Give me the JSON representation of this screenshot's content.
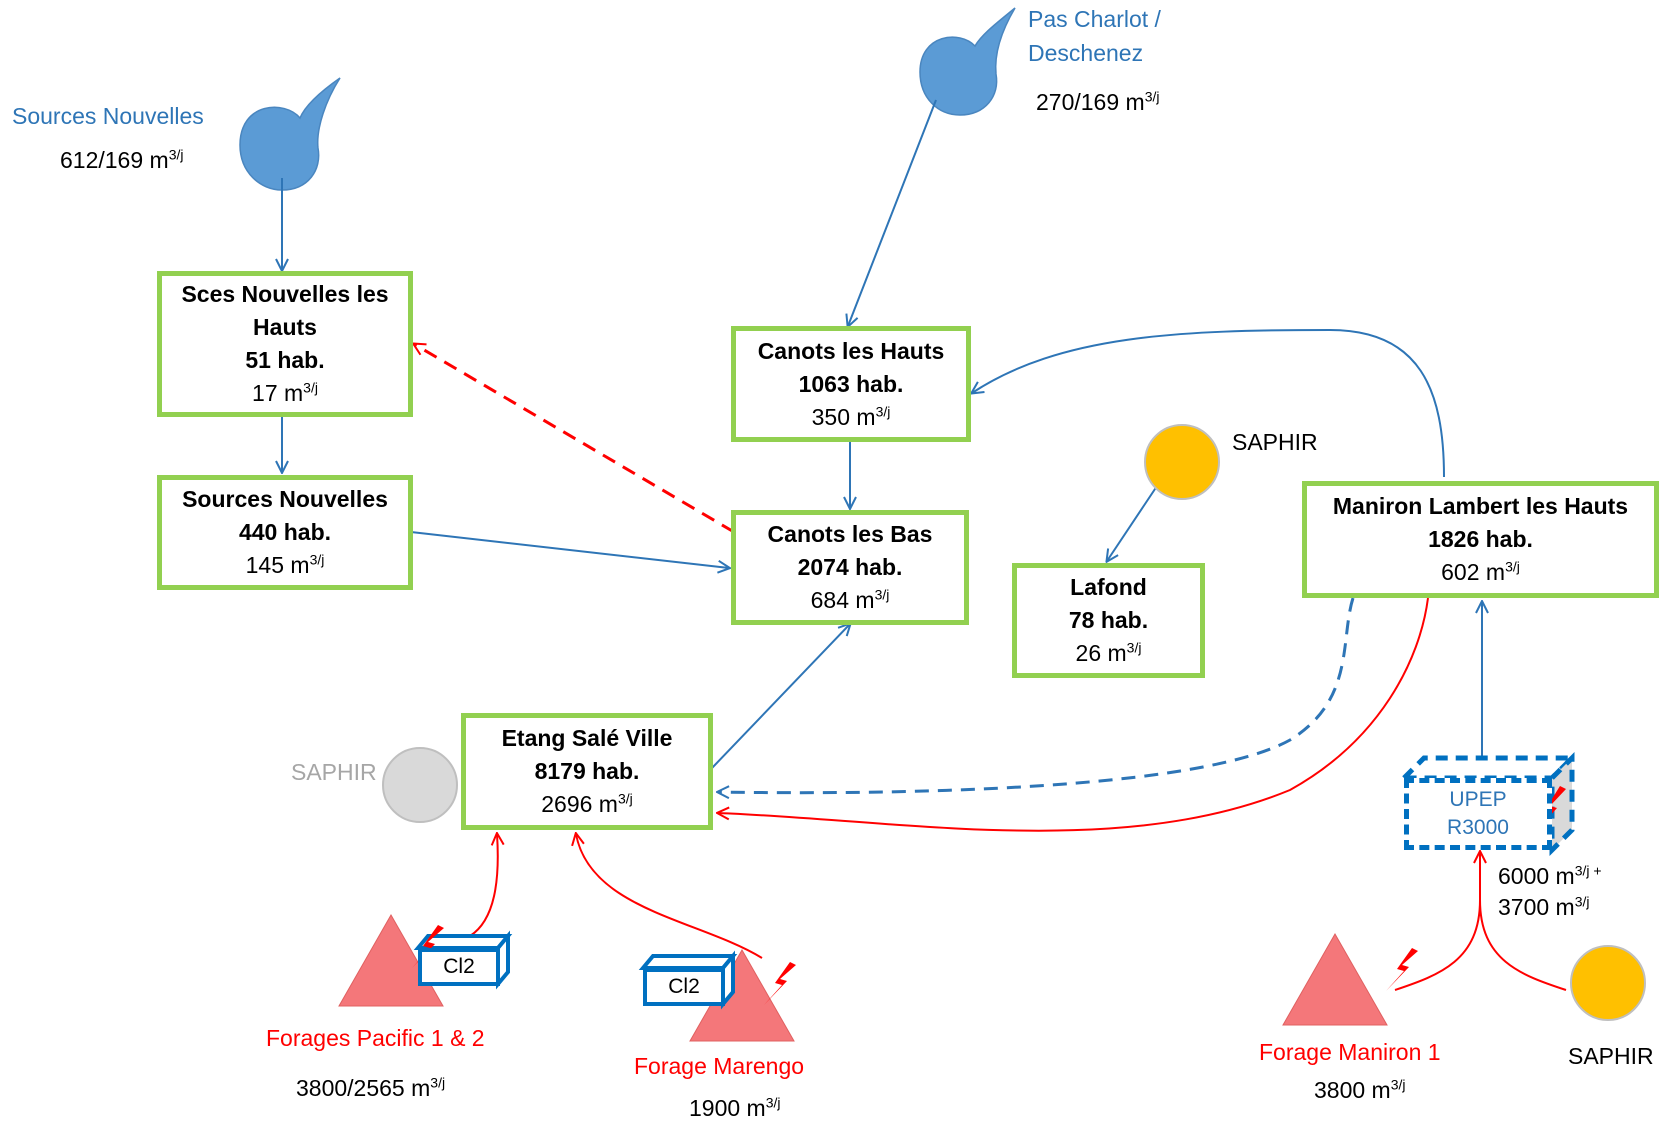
{
  "colors": {
    "box_border": "#92d050",
    "flow_blue": "#2e75b6",
    "flow_red": "#ff0000",
    "source_blue": "#5b9bd5",
    "forage_red": "#f4777a",
    "saphir_yellow": "#ffc000",
    "saphir_gray": "#d9d9d9"
  },
  "sources": {
    "sources_nouvelles": {
      "name": "Sources Nouvelles",
      "flow": "612/169 m",
      "unit": "3/j"
    },
    "pas_charlot": {
      "name_line1": "Pas Charlot /",
      "name_line2": "Deschenez",
      "flow": "270/169 m",
      "unit": "3/j"
    }
  },
  "nodes": {
    "sces_hauts": {
      "name_line1": "Sces Nouvelles les",
      "name_line2": "Hauts",
      "pop": "51 hab.",
      "vol": "17 m",
      "unit": "3/j"
    },
    "sources_nouvelles": {
      "name": "Sources Nouvelles",
      "pop": "440 hab.",
      "vol": "145 m",
      "unit": "3/j"
    },
    "canots_hauts": {
      "name": "Canots les Hauts",
      "pop": "1063 hab.",
      "vol": "350 m",
      "unit": "3/j"
    },
    "canots_bas": {
      "name": "Canots les Bas",
      "pop": "2074 hab.",
      "vol": "684 m",
      "unit": "3/j"
    },
    "lafond": {
      "name": "Lafond",
      "pop": "78 hab.",
      "vol": "26 m",
      "unit": "3/j"
    },
    "maniron": {
      "name": "Maniron Lambert les Hauts",
      "pop": "1826 hab.",
      "vol": "602 m",
      "unit": "3/j"
    },
    "etang_sale": {
      "name": "Etang Salé Ville",
      "pop": "8179 hab.",
      "vol": "2696 m",
      "unit": "3/j"
    }
  },
  "saphir": {
    "top": "SAPHIR",
    "left": "SAPHIR",
    "bottom": "SAPHIR"
  },
  "upep": {
    "line1": "UPEP",
    "line2": "R3000",
    "flow_line1": "6000 m",
    "flow_unit1": "3/j +",
    "flow_line2": "3700 m",
    "flow_unit2": "3/j"
  },
  "forages": {
    "pacific": {
      "name": "Forages Pacific 1 & 2",
      "flow": "3800/2565 m",
      "unit": "3/j",
      "treatment": "Cl2"
    },
    "marengo": {
      "name": "Forage Marengo",
      "flow": "1900 m",
      "unit": "3/j",
      "treatment": "Cl2"
    },
    "maniron": {
      "name": "Forage Maniron 1",
      "flow": "3800 m",
      "unit": "3/j"
    }
  }
}
